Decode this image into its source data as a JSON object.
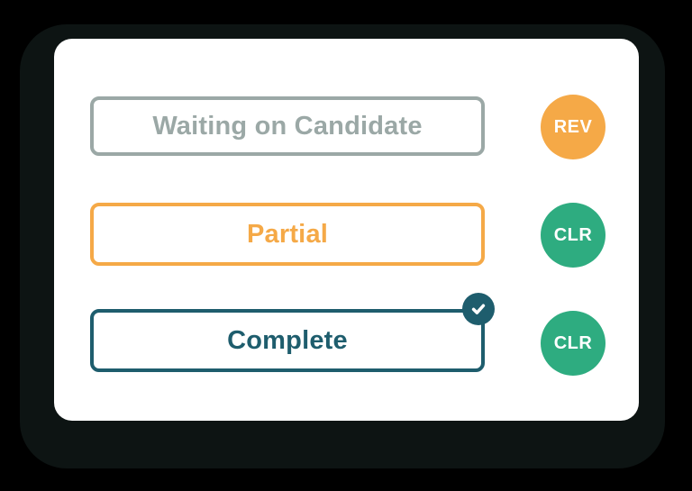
{
  "page": {
    "background_color": "#000000",
    "shadow_panel_color": "#0D1413"
  },
  "card": {
    "background_color": "#FFFFFF"
  },
  "colors": {
    "badge_text": "#FFFFFF",
    "gray": "#9BA8A6",
    "orange": "#F5A947",
    "green": "#2EAC80",
    "teal": "#1E5D6D"
  },
  "statuses": [
    {
      "label": "Waiting on Candidate",
      "color": "#9BA8A6",
      "checked": false,
      "badge": {
        "text": "REV",
        "color": "#F5A947"
      }
    },
    {
      "label": "Partial",
      "color": "#F5A947",
      "checked": false,
      "badge": {
        "text": "CLR",
        "color": "#2EAC80"
      }
    },
    {
      "label": "Complete",
      "color": "#1E5D6D",
      "checked": true,
      "badge": {
        "text": "CLR",
        "color": "#2EAC80"
      }
    }
  ],
  "check_badge": {
    "icon": "checkmark",
    "color": "#1E5D6D"
  }
}
